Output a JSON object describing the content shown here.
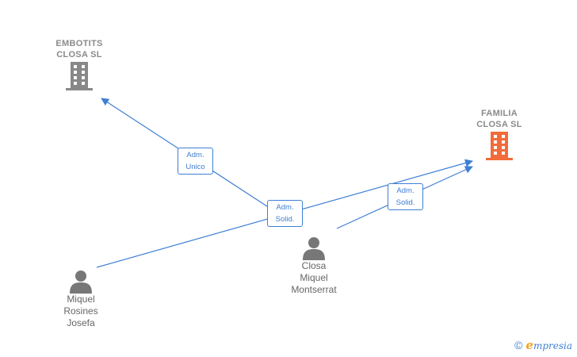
{
  "colors": {
    "edge": "#3f7fd4",
    "company_gray": "#888888",
    "company_focus": "#f26b3a",
    "person": "#777777"
  },
  "nodes": {
    "embotits": {
      "name": "EMBOTITS\nCLOSA  SL",
      "icon": "building-icon"
    },
    "familia": {
      "name": "FAMILIA\nCLOSA  SL",
      "icon": "building-icon"
    },
    "miquel": {
      "name": "Miquel\nRosines\nJosefa",
      "icon": "person-icon"
    },
    "closa": {
      "name": "Closa\nMiquel\nMontserrat",
      "icon": "person-icon"
    }
  },
  "edges": [
    {
      "label": "Adm.\nUnico"
    },
    {
      "label": "Adm.\nSolid."
    },
    {
      "label": "Adm.\nSolid."
    }
  ],
  "footer": {
    "copyright": "©",
    "brand_first": "e",
    "brand_rest": "mpresia"
  }
}
